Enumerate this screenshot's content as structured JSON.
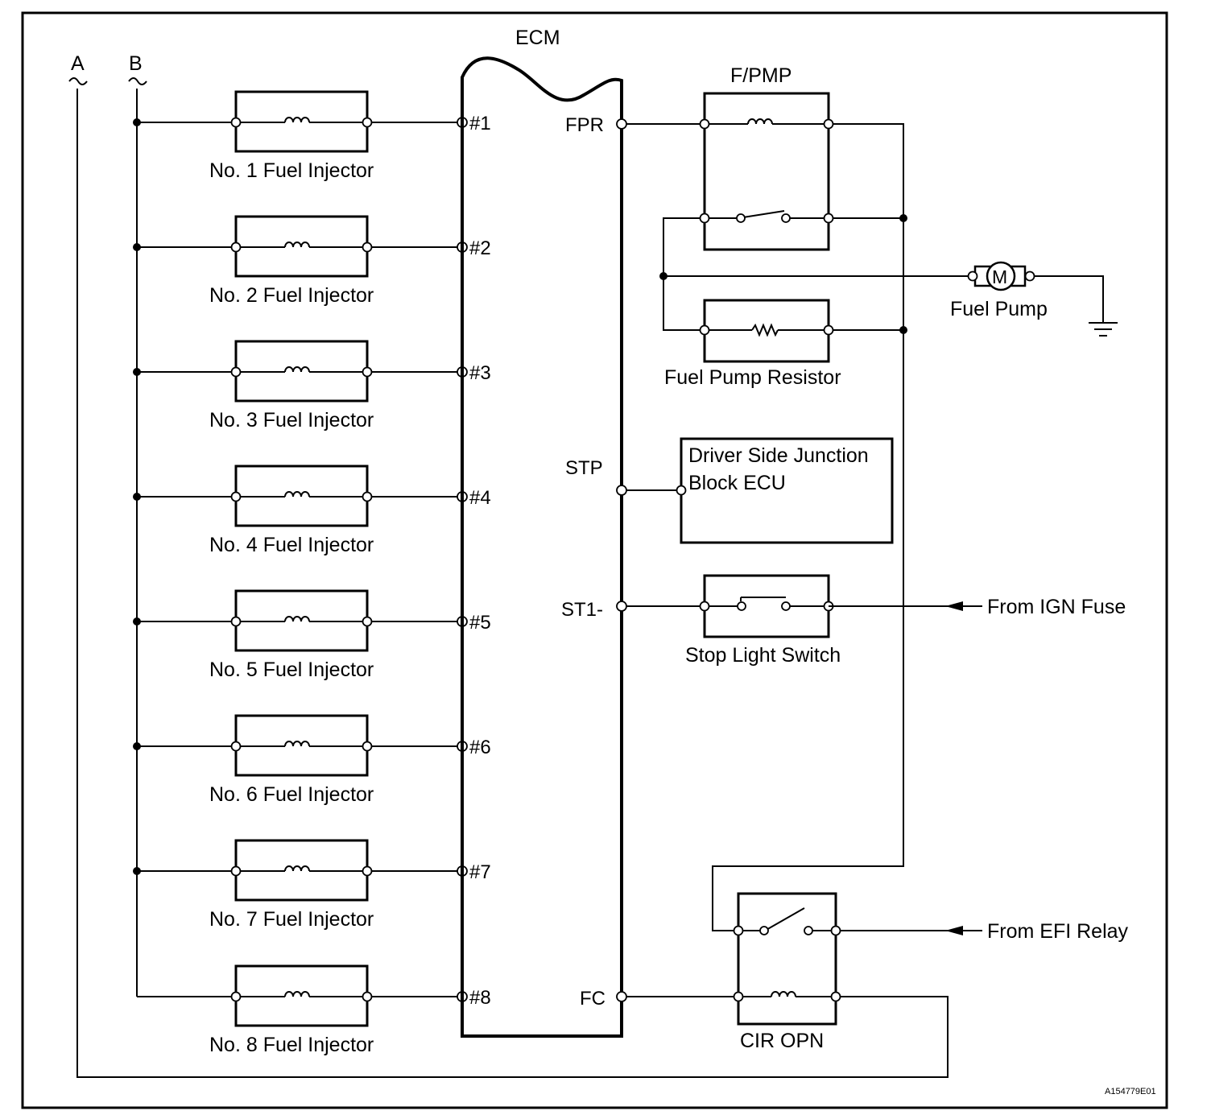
{
  "title": "ECM",
  "supplies": {
    "a": "A",
    "b": "B"
  },
  "injectors": [
    {
      "label": "No. 1 Fuel Injector",
      "pin": "#1"
    },
    {
      "label": "No. 2 Fuel Injector",
      "pin": "#2"
    },
    {
      "label": "No. 3 Fuel Injector",
      "pin": "#3"
    },
    {
      "label": "No. 4 Fuel Injector",
      "pin": "#4"
    },
    {
      "label": "No. 5 Fuel Injector",
      "pin": "#5"
    },
    {
      "label": "No. 6 Fuel Injector",
      "pin": "#6"
    },
    {
      "label": "No. 7 Fuel Injector",
      "pin": "#7"
    },
    {
      "label": "No. 8 Fuel Injector",
      "pin": "#8"
    }
  ],
  "ecm_pins": {
    "fpr": "FPR",
    "stp": "STP",
    "st1": "ST1-",
    "fc": "FC"
  },
  "fpmp_relay": "F/PMP",
  "fuel_pump": {
    "label": "Fuel Pump",
    "symbol": "M"
  },
  "fuel_pump_resistor": "Fuel Pump Resistor",
  "junction_block": {
    "line1": "Driver Side Junction",
    "line2": "Block ECU"
  },
  "stop_light_switch": "Stop Light Switch",
  "from_ign": "From IGN Fuse",
  "cir_opn": "CIR OPN",
  "from_efi": "From EFI Relay",
  "figure_code": "A154779E01"
}
